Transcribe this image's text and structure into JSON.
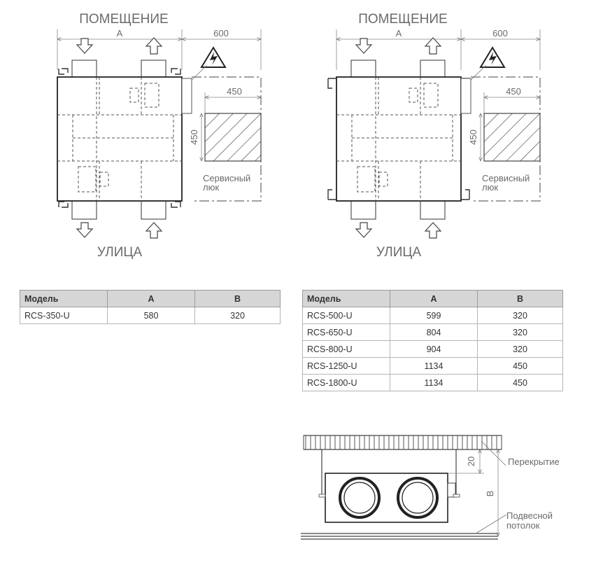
{
  "diagram_labels": {
    "room": "ПОМЕЩЕНИЕ",
    "street": "УЛИЦА",
    "dim_a": "А",
    "dim_600": "600",
    "dim_450_h": "450",
    "dim_450_v": "450",
    "service_line1": "Сервисный",
    "service_line2": "люк"
  },
  "side_view": {
    "dim_20": "20",
    "dim_b": "B",
    "ceiling": "Перекрытие",
    "suspended_line1": "Подвесной",
    "suspended_line2": "потолок"
  },
  "table_left": {
    "headers": [
      "Модель",
      "А",
      "В"
    ],
    "rows": [
      [
        "RCS-350-U",
        "580",
        "320"
      ]
    ]
  },
  "table_right": {
    "headers": [
      "Модель",
      "А",
      "В"
    ],
    "rows": [
      [
        "RCS-500-U",
        "599",
        "320"
      ],
      [
        "RCS-650-U",
        "804",
        "320"
      ],
      [
        "RCS-800-U",
        "904",
        "320"
      ],
      [
        "RCS-1250-U",
        "1134",
        "450"
      ],
      [
        "RCS-1800-U",
        "1134",
        "450"
      ]
    ]
  }
}
